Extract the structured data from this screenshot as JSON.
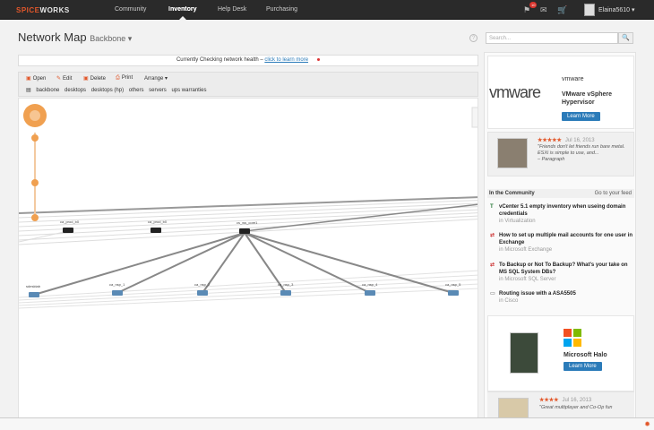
{
  "topbar": {
    "logo_a": "SPICE",
    "logo_b": "WORKS",
    "nav": [
      "Community",
      "Inventory",
      "Help Desk",
      "Purchasing"
    ],
    "active": "Inventory",
    "notification_count": "10",
    "user": "Elaina5610 ▾",
    "icons": [
      "notifications-icon",
      "mail-icon",
      "cart-icon"
    ]
  },
  "page": {
    "title": "Network Map",
    "subtitle": "Backbone ▾",
    "help": "?"
  },
  "search": {
    "placeholder": "Search...",
    "button": "🔍"
  },
  "health": {
    "text": "Currently Checking network health –",
    "link": "click to learn more"
  },
  "toolbar": {
    "open": "Open",
    "edit": "Edit",
    "delete": "Delete",
    "print": "Print",
    "arrange": "Arrange ▾",
    "tags": [
      "backbone",
      "desktops",
      "desktops (hp)",
      "others",
      "servers",
      "ups warranties"
    ]
  },
  "map": {
    "top_nodes": [
      "ca_prod_b0",
      "ca_prod_b0",
      "cs_ws_core1"
    ],
    "bottom_nodes": [
      "sdesktab",
      "ca_nsp_1",
      "ca_nsp_2",
      "ca_nsp_3",
      "ca_nsp_4",
      "ca_nsp_5"
    ],
    "accent": "#f0a050"
  },
  "sidebar": {
    "ad1": {
      "brand": "vmware",
      "brand_small": "vmware",
      "title": "VMware vSphere Hypervisor",
      "button": "Learn More"
    },
    "review1": {
      "stars": "★★★★★",
      "date": "Jul 16, 2013",
      "text": "\"Friends don't let friends run bare metal. ESXi is simple to use, and...",
      "author": "– Paragraph"
    },
    "community": {
      "heading": "In the Community",
      "feed_link": "Go to your feed",
      "items": [
        {
          "title": "vCenter 5.1 empty inventory when useing domain credentials",
          "category": "in Virtualization",
          "icon": "T"
        },
        {
          "title": "How to set up multiple mail accounts for one user in Exchange",
          "category": "in Microsoft Exchange",
          "icon": "⇄"
        },
        {
          "title": "To Backup or Not To Backup? What's your take on MS SQL System DBs?",
          "category": "in Microsoft SQL Server",
          "icon": "⇄"
        },
        {
          "title": "Routing issue with a ASA5505",
          "category": "in Cisco",
          "icon": "▭"
        }
      ]
    },
    "ad2": {
      "title": "Microsoft Halo",
      "button": "Learn More"
    },
    "review2": {
      "stars": "★★★★",
      "date": "Jul 16, 2013",
      "text": "\"Great multiplayer and Co-Op fun"
    }
  }
}
